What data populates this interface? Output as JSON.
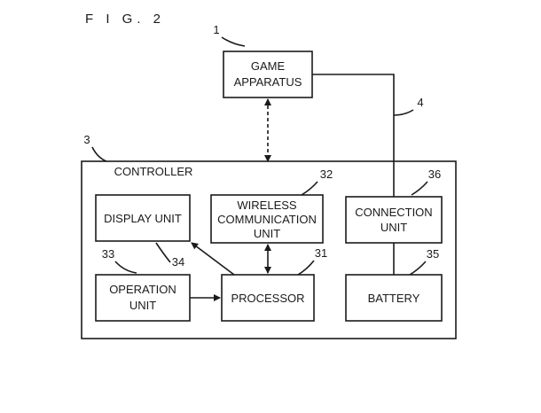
{
  "figure_label": "F I G. 2",
  "game_apparatus": {
    "ref": "1",
    "line1": "GAME",
    "line2": "APPARATUS"
  },
  "cable": {
    "ref": "4"
  },
  "controller": {
    "ref": "3",
    "label": "CONTROLLER",
    "display_unit": {
      "label": "DISPLAY UNIT",
      "ref": "34"
    },
    "wireless_unit": {
      "ref": "32",
      "line1": "WIRELESS",
      "line2": "COMMUNICATION",
      "line3": "UNIT"
    },
    "connection_unit": {
      "ref": "36",
      "line1": "CONNECTION",
      "line2": "UNIT"
    },
    "operation_unit": {
      "ref": "33",
      "line1": "OPERATION",
      "line2": "UNIT"
    },
    "processor": {
      "ref": "31",
      "label": "PROCESSOR"
    },
    "battery": {
      "ref": "35",
      "label": "BATTERY"
    }
  },
  "colors": {
    "ink": "#1a1a1a",
    "background": "#ffffff"
  }
}
